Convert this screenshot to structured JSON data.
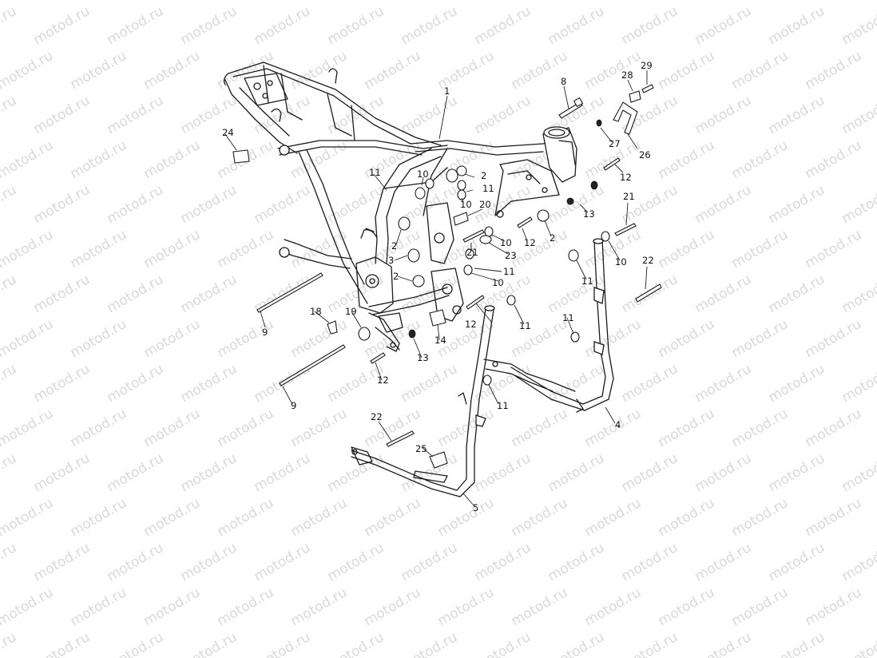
{
  "watermark": {
    "text": "motod.ru"
  },
  "callouts": [
    {
      "id": "c1",
      "text": "1"
    },
    {
      "id": "c2a",
      "text": "2"
    },
    {
      "id": "c2b",
      "text": "2"
    },
    {
      "id": "c2c",
      "text": "2"
    },
    {
      "id": "c2d",
      "text": "2"
    },
    {
      "id": "c3",
      "text": "3"
    },
    {
      "id": "c4",
      "text": "4"
    },
    {
      "id": "c5",
      "text": "5"
    },
    {
      "id": "c8",
      "text": "8"
    },
    {
      "id": "c9a",
      "text": "9"
    },
    {
      "id": "c9b",
      "text": "9"
    },
    {
      "id": "c10a",
      "text": "10"
    },
    {
      "id": "c10b",
      "text": "10"
    },
    {
      "id": "c10c",
      "text": "10"
    },
    {
      "id": "c10d",
      "text": "10"
    },
    {
      "id": "c10e",
      "text": "10"
    },
    {
      "id": "c11a",
      "text": "11"
    },
    {
      "id": "c11b",
      "text": "11"
    },
    {
      "id": "c11c",
      "text": "11"
    },
    {
      "id": "c11d",
      "text": "11"
    },
    {
      "id": "c11e",
      "text": "11"
    },
    {
      "id": "c11f",
      "text": "11"
    },
    {
      "id": "c11g",
      "text": "11"
    },
    {
      "id": "c12a",
      "text": "12"
    },
    {
      "id": "c12b",
      "text": "12"
    },
    {
      "id": "c12c",
      "text": "12"
    },
    {
      "id": "c12d",
      "text": "12"
    },
    {
      "id": "c13a",
      "text": "13"
    },
    {
      "id": "c13b",
      "text": "13"
    },
    {
      "id": "c14",
      "text": "14"
    },
    {
      "id": "c18",
      "text": "18"
    },
    {
      "id": "c19",
      "text": "19"
    },
    {
      "id": "c20",
      "text": "20"
    },
    {
      "id": "c21a",
      "text": "21"
    },
    {
      "id": "c21b",
      "text": "21"
    },
    {
      "id": "c22a",
      "text": "22"
    },
    {
      "id": "c22b",
      "text": "22"
    },
    {
      "id": "c23",
      "text": "23"
    },
    {
      "id": "c24",
      "text": "24"
    },
    {
      "id": "c25",
      "text": "25"
    },
    {
      "id": "c26",
      "text": "26"
    },
    {
      "id": "c27",
      "text": "27"
    },
    {
      "id": "c28",
      "text": "28"
    },
    {
      "id": "c29",
      "text": "29"
    }
  ]
}
